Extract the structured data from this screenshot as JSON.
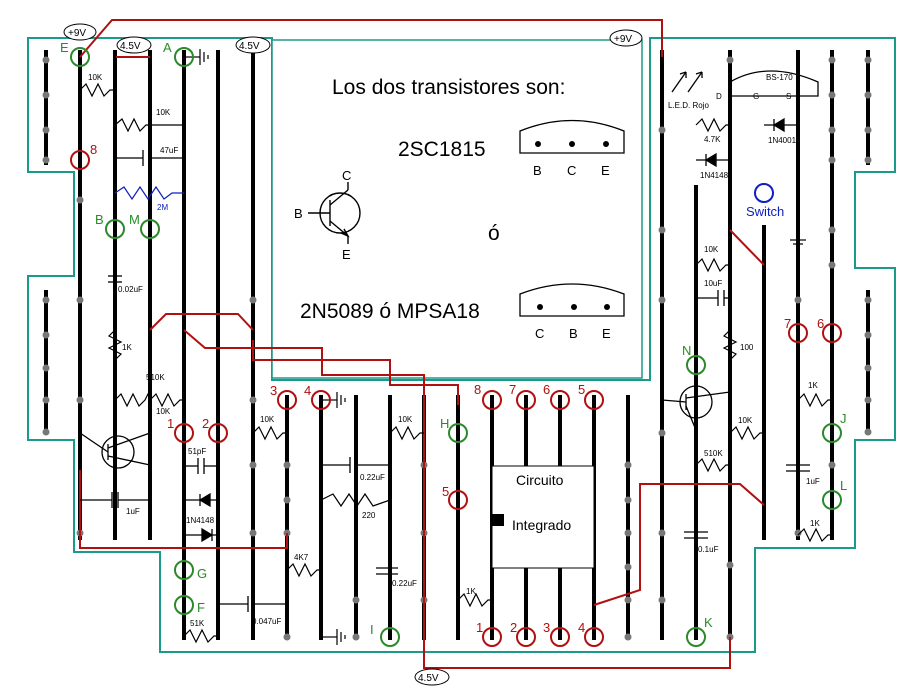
{
  "notes": {
    "title": "Los dos transistores son:",
    "transistor1": "2SC1815",
    "or_word": "ó",
    "transistor2": "2N5089 ó MPSA18",
    "pins1": [
      "B",
      "C",
      "E"
    ],
    "pins2": [
      "C",
      "B",
      "E"
    ],
    "bjt_pins": [
      "B",
      "C",
      "E"
    ]
  },
  "rails": {
    "plus9_left": "+9V",
    "plus9_right": "+9V",
    "mid_a": "4.5V",
    "mid_b": "4.5V",
    "mid_bottom": "4.5V"
  },
  "points": {
    "green": [
      "E",
      "A",
      "B",
      "M",
      "G",
      "F",
      "I",
      "H",
      "N",
      "J",
      "L",
      "K"
    ],
    "red": [
      "8",
      "1",
      "2",
      "3",
      "4",
      "8",
      "7",
      "6",
      "5",
      "5",
      "1",
      "2",
      "3",
      "4",
      "7",
      "6"
    ],
    "blue": "Switch"
  },
  "components": {
    "resistors": [
      "10K",
      "10K",
      "2M",
      "1K",
      "510K",
      "10K",
      "10K",
      "10K",
      "220",
      "1K",
      "4.7K",
      "10K",
      "100",
      "1K",
      "10K",
      "510K",
      "1K",
      "51K",
      "4K7"
    ],
    "capacitors": [
      "47uF",
      "0.02uF",
      "51pF",
      "1uF",
      "0.22uF",
      "0.22uF",
      "0.047uF",
      "10uF",
      "0.1uF",
      "1uF"
    ],
    "diodes": [
      "1N4148",
      "1N4148",
      "1N4001"
    ],
    "led": "L.E.D. Rojo",
    "mosfet": "BS-170",
    "mosfet_pins": [
      "D",
      "G",
      "S"
    ],
    "ic_line1": "Circuito",
    "ic_line2": "Integrado"
  },
  "colors": {
    "outline": "#1a9a8a",
    "wire_red": "#b01010",
    "strip": "#000000",
    "green_ring": "#2a8a2a",
    "red_ring": "#b01010",
    "blue_ring": "#1020c0",
    "label_blue": "#1020c0"
  }
}
